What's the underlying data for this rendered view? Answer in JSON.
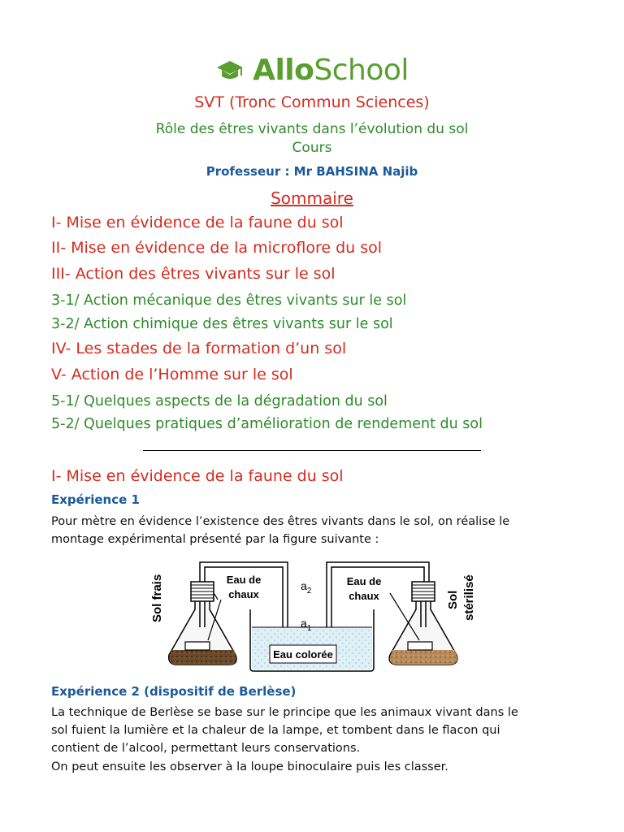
{
  "logo": {
    "bold": "Allo",
    "regular": "School"
  },
  "header": {
    "subject": "SVT (Tronc Commun Sciences)",
    "lesson_title": "Rôle des êtres vivants dans l’évolution du sol",
    "lesson_type": "Cours",
    "teacher": "Professeur : Mr BAHSINA Najib",
    "summary_title": "Sommaire"
  },
  "summary": [
    {
      "text": "I- Mise en évidence de la faune du sol",
      "color": "#d32b1e"
    },
    {
      "text": "II- Mise en évidence de la microflore du sol",
      "color": "#d32b1e"
    },
    {
      "text": "III- Action des êtres vivants sur le sol",
      "color": "#d32b1e"
    },
    {
      "text": "3-1/ Action mécanique des êtres vivants sur le sol",
      "color": "#2e8b2a"
    },
    {
      "text": "3-2/ Action chimique des êtres vivants sur le sol",
      "color": "#2e8b2a"
    },
    {
      "text": "IV- Les stades de la formation d’un sol",
      "color": "#d32b1e"
    },
    {
      "text": "V- Action de l’Homme sur le sol",
      "color": "#d32b1e"
    },
    {
      "text": "5-1/ Quelques aspects de la dégradation du sol",
      "color": "#2e8b2a"
    },
    {
      "text": "5-2/ Quelques pratiques d’amélioration de rendement du sol",
      "color": "#2e8b2a"
    }
  ],
  "section1": {
    "title": "I- Mise en évidence de la faune du sol",
    "exp1_title": "Expérience 1",
    "exp1_line1": "Pour mètre en évidence l’existence des êtres vivants dans le sol, on réalise le",
    "exp1_line2": "montage expérimental présenté par la figure suivante :",
    "exp2_title": "Expérience 2 (dispositif de Berlèse)",
    "exp2_line1": "La technique de Berlèse se base sur le principe que les animaux vivant dans le",
    "exp2_line2": "sol fuient la lumière et la chaleur de la lampe, et tombent dans le flacon qui",
    "exp2_line3": "contient de l’alcool, permettant leurs conservations.",
    "exp2_line4": "On peut ensuite les observer à la loupe binoculaire puis les classer."
  },
  "figure": {
    "left_label": "Sol frais",
    "right_label_1": "Sol",
    "right_label_2": "stérilisé",
    "lime_left_1": "Eau de",
    "lime_left_2": "chaux",
    "lime_right_1": "Eau de",
    "lime_right_2": "chaux",
    "a2": "a",
    "a2_sub": "2",
    "a1": "a",
    "a1_sub": "1",
    "water_label": "Eau colorée"
  }
}
